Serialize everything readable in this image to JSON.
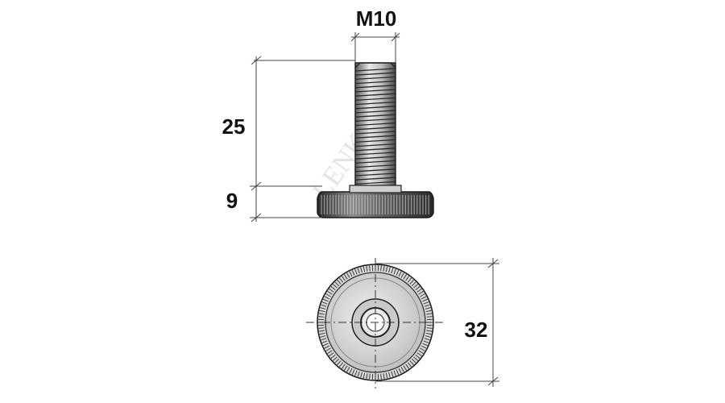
{
  "drawing": {
    "thread_label": "M10",
    "length_label": "25",
    "base_height_label": "9",
    "diameter_label": "32",
    "watermark": "LENK"
  },
  "colors": {
    "line": "#222222",
    "dim_line": "#444444",
    "metal_light": "#d9d9d9",
    "metal_dark": "#3a3a3a"
  }
}
